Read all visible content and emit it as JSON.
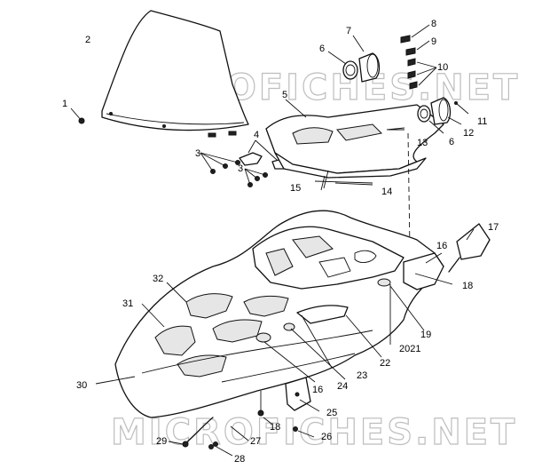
{
  "diagram": {
    "watermark_top": "MICROFICHES.NET",
    "watermark_bottom": "MICROFICHES.NET",
    "callouts": [
      "1",
      "2",
      "3",
      "3",
      "4",
      "5",
      "6",
      "6",
      "7",
      "8",
      "9",
      "10",
      "11",
      "12",
      "13",
      "14",
      "15",
      "16",
      "16",
      "17",
      "18",
      "18",
      "19",
      "2021",
      "22",
      "23",
      "24",
      "25",
      "26",
      "27",
      "28",
      "29",
      "30",
      "31",
      "32"
    ]
  }
}
